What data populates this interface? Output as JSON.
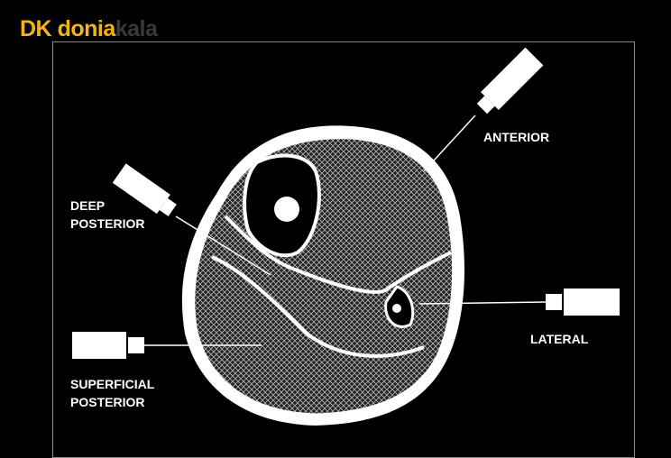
{
  "logo": {
    "mark": "DK",
    "brand_1": "donia",
    "brand_2": "kala"
  },
  "labels": {
    "anterior": "ANTERIOR",
    "deep_posterior_1": "DEEP",
    "deep_posterior_2": "POSTERIOR",
    "lateral": "LATERAL",
    "superficial_posterior_1": "SUPERFICIAL",
    "superficial_posterior_2": "POSTERIOR"
  }
}
